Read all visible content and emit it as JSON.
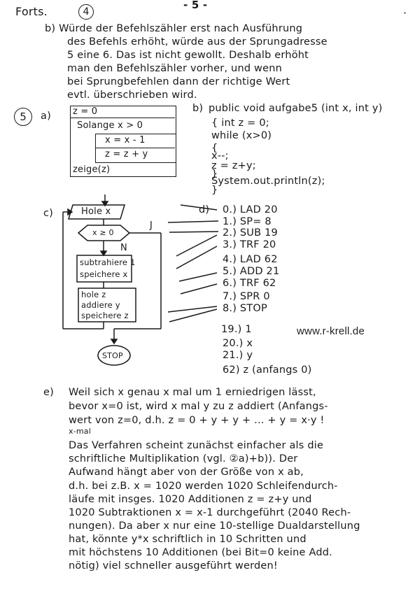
{
  "header": {
    "label": "Forts.",
    "sheet_number": "4",
    "page_number": "- 5 -"
  },
  "part_b_text": [
    "b)  Würde der Befehlszähler erst nach Ausführung",
    "des Befehls erhöht, würde aus der Sprungadresse",
    "5 eine 6. Das ist nicht gewollt. Deshalb erhöht",
    "man den Befehlszähler vorher, und wenn",
    "bei Sprungbefehlen dann der richtige Wert",
    "evtl. überschrieben wird."
  ],
  "task5": {
    "number": "5",
    "label_a": "a)",
    "struktogramm": {
      "init": "z = 0",
      "loop": "Solange x > 0",
      "stmt1": "x = x - 1",
      "stmt2": "z = z + y",
      "output": "zeige(z)"
    },
    "label_b": "b)",
    "code": [
      "public void aufgabe5 (int x, int y)",
      "{ int z = 0;",
      "  while (x>0)",
      "  {",
      "    x--;",
      "    z = z+y;",
      "  }",
      "  System.out.println(z);",
      "}"
    ],
    "label_c": "c)",
    "flowchart": {
      "get": "Hole x",
      "decision": "x ≥ 0",
      "yes": "J",
      "no": "N",
      "proc1": [
        "subtrahiere 1",
        "speichere x"
      ],
      "proc2": [
        "hole z",
        "addiere y",
        "speichere z"
      ],
      "stop": "STOP"
    },
    "label_d": "d)",
    "program": [
      "0.)  LAD 20",
      "1.)  SP=  8",
      "2.)  SUB 19",
      "3.)  TRF 20",
      "4.)  LAD 62",
      "5.)  ADD 21",
      "6.)  TRF 62",
      "7.)  SPR  0",
      "8.)  STOP"
    ],
    "memory": [
      "19.)  1",
      "20.)  x",
      "21.)  y",
      "62)   z   (anfangs 0)"
    ],
    "watermark": "www.r-krell.de"
  },
  "part_e": {
    "label": "e)",
    "lines": [
      "Weil sich x genau x mal um 1 erniedrigen lässt,",
      "bevor x=0 ist, wird x mal y zu z addiert (Anfangs-",
      "wert von z=0, d.h. z = 0 + y + y + ... + y  = x·y !",
      "                                    x-mal",
      "Das Verfahren scheint zunächst einfacher als die",
      "schriftliche Multiplikation (vgl. ②a)+b)). Der",
      "Aufwand hängt aber von der Größe von x ab,",
      "d.h. bei z.B. x = 1020 werden 1020 Schleifendurch-",
      "läufe mit insges. 1020 Additionen z = z+y und",
      "1020 Subtraktionen x = x-1 durchgeführt (2040 Rech-",
      "nungen). Da aber x nur eine 10-stellige Dualdarstellung",
      "hat, könnte y*x schriftlich in 10 Schritten und",
      "mit höchstens 10 Additionen (bei Bit=0 keine Add.",
      "nötig) viel schneller ausgeführt werden!"
    ]
  }
}
